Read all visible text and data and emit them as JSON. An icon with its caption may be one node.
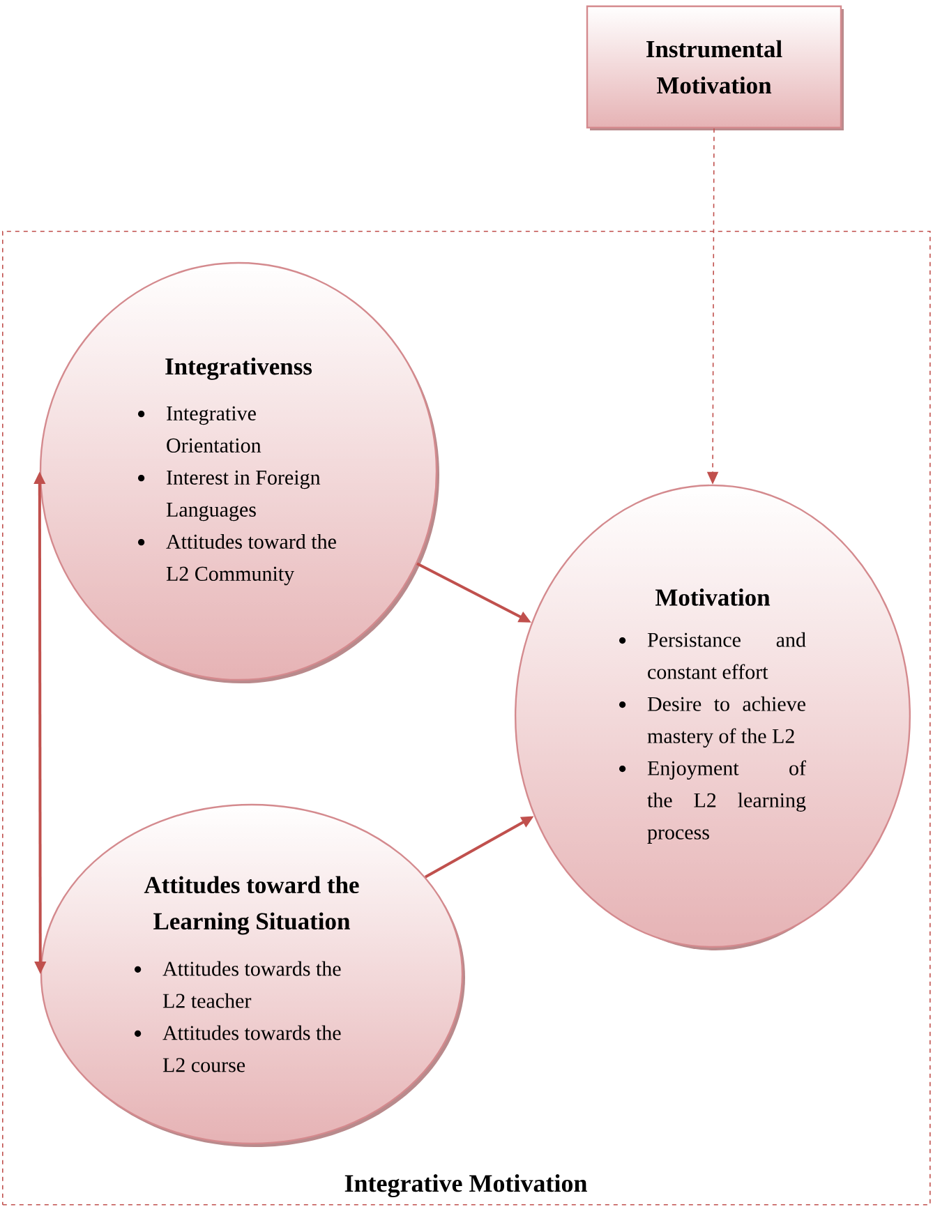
{
  "diagram": {
    "nodes": [
      {
        "text": [
          "Integrative Motivation"
        ]
      },
      {
        "text": [
          "Instrumental Motivation"
        ]
      },
      {
        "text": [
          "Integrativenss",
          "Integrative Orientation",
          "Interest in Foreign Languages",
          "Attitudes toward the L2 Community"
        ],
        "in": 0
      },
      {
        "text": [
          "Motivation",
          "Persistance and constant effort",
          "Desire to achieve mastery of the L2",
          "Enjoyment of the L2 learning process"
        ],
        "in": 0
      },
      {
        "text": [
          "Attitudes toward the Learning Situation",
          "Attitudes towards the L2 teacher",
          "Attitudes towards the L2 course"
        ],
        "in": 0
      }
    ],
    "edges": [
      {
        "from": 1,
        "to": 3,
        "arrow": "to",
        "style": "dashed"
      },
      {
        "from": 2,
        "to": 3,
        "arrow": "to"
      },
      {
        "from": 4,
        "to": 3,
        "arrow": "to"
      },
      {
        "from": 2,
        "to": 4,
        "arrow": "both"
      }
    ]
  }
}
